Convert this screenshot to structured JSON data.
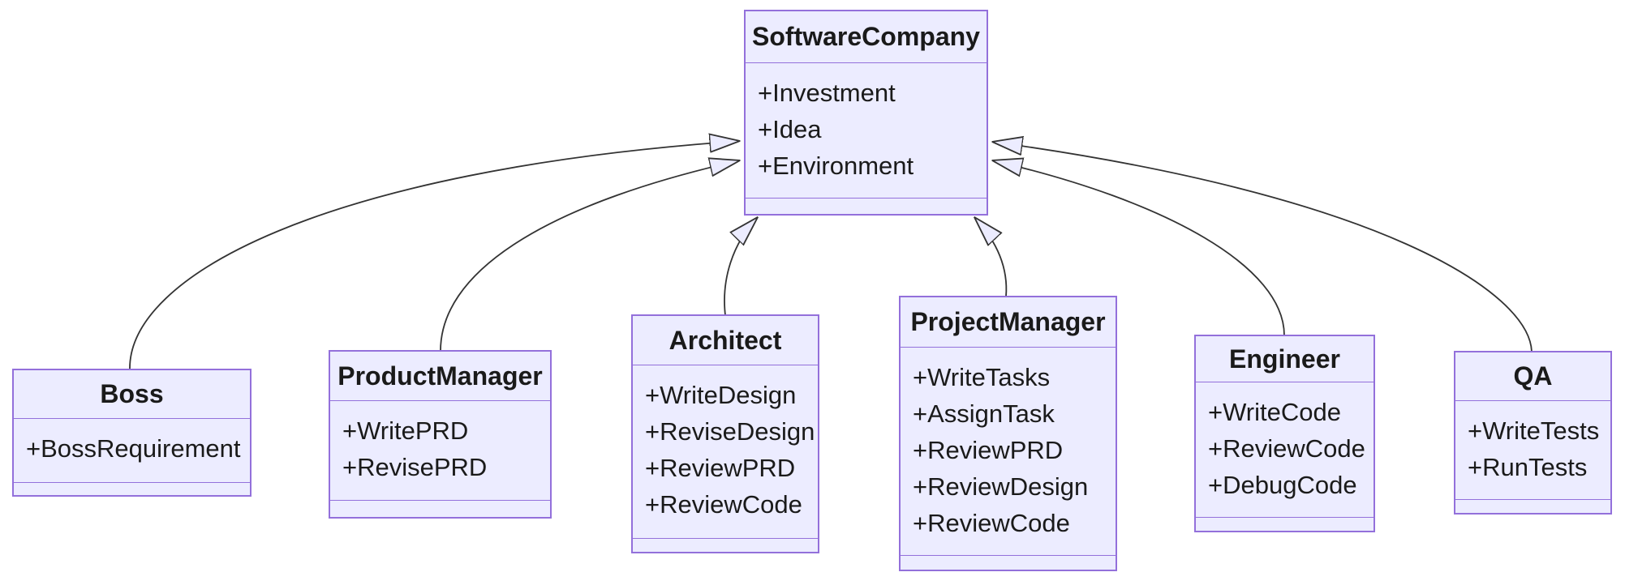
{
  "diagram": {
    "kind": "uml-class-diagram",
    "colors": {
      "box_fill": "#ECECFF",
      "box_border": "#9370DB",
      "edge_line": "#333333",
      "text": "#1a1a1a",
      "background": "#ffffff"
    },
    "classes": [
      {
        "name": "SoftwareCompany",
        "members": [
          "+Investment",
          "+Idea",
          "+Environment"
        ],
        "methods": []
      },
      {
        "name": "Boss",
        "members": [
          "+BossRequirement"
        ],
        "methods": []
      },
      {
        "name": "ProductManager",
        "members": [
          "+WritePRD",
          "+RevisePRD"
        ],
        "methods": []
      },
      {
        "name": "Architect",
        "members": [
          "+WriteDesign",
          "+ReviseDesign",
          "+ReviewPRD",
          "+ReviewCode"
        ],
        "methods": []
      },
      {
        "name": "ProjectManager",
        "members": [
          "+WriteTasks",
          "+AssignTask",
          "+ReviewPRD",
          "+ReviewDesign",
          "+ReviewCode"
        ],
        "methods": []
      },
      {
        "name": "Engineer",
        "members": [
          "+WriteCode",
          "+ReviewCode",
          "+DebugCode"
        ],
        "methods": []
      },
      {
        "name": "QA",
        "members": [
          "+WriteTests",
          "+RunTests"
        ],
        "methods": []
      }
    ],
    "relations": [
      {
        "from": "Boss",
        "to": "SoftwareCompany",
        "type": "inheritance",
        "arrowhead": "hollow-triangle"
      },
      {
        "from": "ProductManager",
        "to": "SoftwareCompany",
        "type": "inheritance",
        "arrowhead": "hollow-triangle"
      },
      {
        "from": "Architect",
        "to": "SoftwareCompany",
        "type": "inheritance",
        "arrowhead": "hollow-triangle"
      },
      {
        "from": "ProjectManager",
        "to": "SoftwareCompany",
        "type": "inheritance",
        "arrowhead": "hollow-triangle"
      },
      {
        "from": "Engineer",
        "to": "SoftwareCompany",
        "type": "inheritance",
        "arrowhead": "hollow-triangle"
      },
      {
        "from": "QA",
        "to": "SoftwareCompany",
        "type": "inheritance",
        "arrowhead": "hollow-triangle"
      }
    ]
  }
}
